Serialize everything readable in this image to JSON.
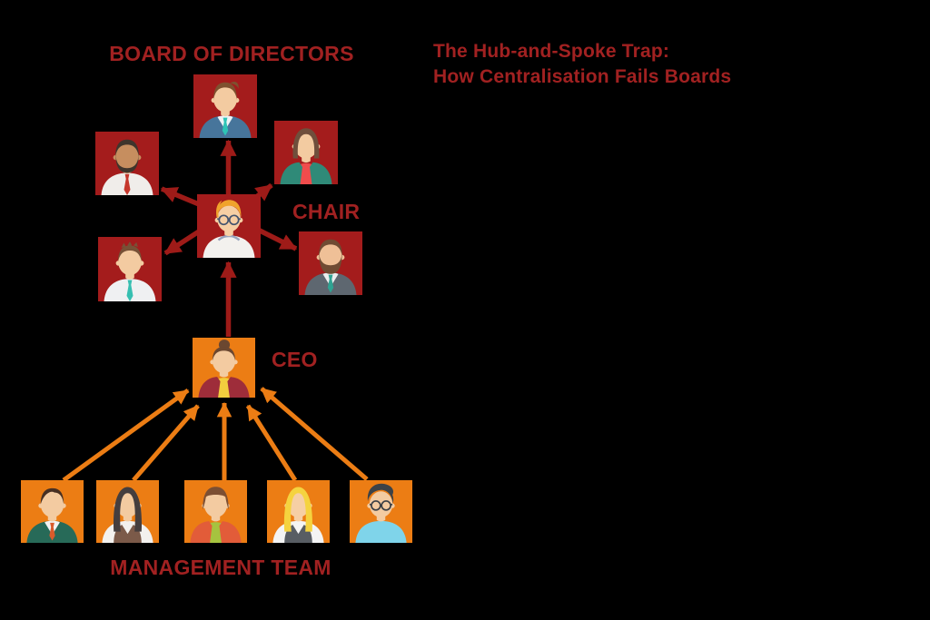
{
  "title": {
    "line1": "The Hub-and-Spoke Trap:",
    "line2": "How Centralisation Fails Boards"
  },
  "labels": {
    "board": "BOARD OF DIRECTORS",
    "chair": "CHAIR",
    "ceo": "CEO",
    "management": "MANAGEMENT TEAM"
  },
  "palette": {
    "background": "#000000",
    "board_square": "#A41C1C",
    "management_square": "#EC7D14",
    "red_arrow": "#9E1B18",
    "orange_arrow": "#EC7D14",
    "text_red": "#A12121"
  },
  "people": {
    "board_top": {
      "role": "board member",
      "bg": "#A41C1C",
      "skin": "#F3CBA1",
      "hair_color": "#7E512F",
      "hair": "swoosh",
      "beard": null,
      "glasses": null,
      "outfit": {
        "type": "suit",
        "coat": "#47759B",
        "shirt": "#EFF3F5",
        "tie": "#2EC4B6"
      }
    },
    "board_upper_left": {
      "role": "board member",
      "bg": "#A41C1C",
      "skin": "#C68E5F",
      "hair_color": "#3F352C",
      "hair": "short",
      "beard": "crescent",
      "glasses": null,
      "outfit": {
        "type": "shirt",
        "shirt": "#F0EDEA",
        "tie": "#C6372C"
      }
    },
    "board_upper_right": {
      "role": "board member",
      "bg": "#A41C1C",
      "skin": "#F3CBA1",
      "hair_color": "#6F4F3C",
      "hair": "bob",
      "beard": null,
      "glasses": null,
      "outfit": {
        "type": "cardigan",
        "coat": "#2F8A78",
        "inner": "#F04C4C"
      }
    },
    "board_lower_left": {
      "role": "board member",
      "bg": "#A41C1C",
      "skin": "#F3CBA1",
      "hair_color": "#775136",
      "hair": "spiky",
      "beard": null,
      "glasses": null,
      "outfit": {
        "type": "shirt",
        "shirt": "#EFF0F2",
        "tie": "#36BFB1"
      }
    },
    "board_lower_right": {
      "role": "board member",
      "bg": "#A41C1C",
      "skin": "#EFC097",
      "hair_color": "#6F4B33",
      "hair": "short",
      "beard": "full",
      "glasses": null,
      "outfit": {
        "type": "suit",
        "coat": "#5E6770",
        "shirt": "#ECEDEE",
        "tie": "#2FA392"
      }
    },
    "chair": {
      "role": "chair",
      "bg": "#A41C1C",
      "skin": "#F6CFA4",
      "hair_color": "#F0A32C",
      "hair": "updo",
      "beard": null,
      "glasses": "#44546E",
      "outfit": {
        "type": "blouse",
        "shirt": "#F3F1EE",
        "collar": "#98A4BE"
      }
    },
    "ceo": {
      "role": "ceo",
      "bg": "#EC7D14",
      "skin": "#F3CBA1",
      "hair_color": "#6B4730",
      "hair": "bun",
      "beard": null,
      "glasses": null,
      "outfit": {
        "type": "cardigan",
        "coat": "#9E2D3A",
        "inner": "#F2CE3E"
      }
    },
    "management": [
      {
        "role": "manager",
        "bg": "#EC7D14",
        "skin": "#F3CBA1",
        "hair_color": "#473023",
        "hair": "sidepart",
        "beard": null,
        "glasses": null,
        "outfit": {
          "type": "suit",
          "coat": "#276A58",
          "shirt": "#F2F2F2",
          "tie": "#D95B2B"
        }
      },
      {
        "role": "manager",
        "bg": "#EC7D14",
        "skin": "#F3CBA1",
        "hair_color": "#453E3E",
        "hair": "long",
        "beard": null,
        "glasses": null,
        "outfit": {
          "type": "vest",
          "shirt": "#F3F1EE",
          "vest": "#7B5A49"
        }
      },
      {
        "role": "manager",
        "bg": "#EC7D14",
        "skin": "#F3CBA1",
        "hair_color": "#7C4F33",
        "hair": "shortf",
        "beard": null,
        "glasses": null,
        "outfit": {
          "type": "cardigan",
          "coat": "#E25C39",
          "inner": "#A6C33F"
        }
      },
      {
        "role": "manager",
        "bg": "#EC7D14",
        "skin": "#F6CFA4",
        "hair_color": "#F5D33F",
        "hair": "long",
        "beard": null,
        "glasses": null,
        "outfit": {
          "type": "vest",
          "shirt": "#F4F4F4",
          "vest": "#585D63"
        }
      },
      {
        "role": "manager",
        "bg": "#EC7D14",
        "skin": "#F3CBA1",
        "hair_color": "#3C4247",
        "hair": "quiff",
        "beard": null,
        "glasses": "#3A3F45",
        "outfit": {
          "type": "tee",
          "shirt": "#7FD4EA"
        }
      }
    ]
  },
  "arrows": {
    "edges": [
      {
        "from": "chair",
        "to": "board_top",
        "color": "red_arrow"
      },
      {
        "from": "chair",
        "to": "board_upper_left",
        "color": "red_arrow"
      },
      {
        "from": "chair",
        "to": "board_upper_right",
        "color": "red_arrow"
      },
      {
        "from": "chair",
        "to": "board_lower_left",
        "color": "red_arrow"
      },
      {
        "from": "chair",
        "to": "board_lower_right",
        "color": "red_arrow"
      },
      {
        "from": "ceo",
        "to": "chair",
        "color": "red_arrow"
      },
      {
        "from": "management.0",
        "to": "ceo",
        "color": "orange_arrow"
      },
      {
        "from": "management.1",
        "to": "ceo",
        "color": "orange_arrow"
      },
      {
        "from": "management.2",
        "to": "ceo",
        "color": "orange_arrow"
      },
      {
        "from": "management.3",
        "to": "ceo",
        "color": "orange_arrow"
      },
      {
        "from": "management.4",
        "to": "ceo",
        "color": "orange_arrow"
      }
    ]
  }
}
